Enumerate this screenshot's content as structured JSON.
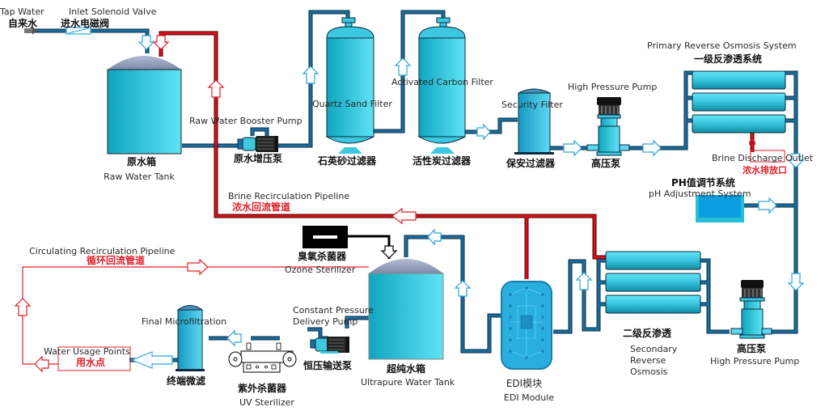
{
  "title": "Water Treatment Process Flow",
  "colors": {
    "water_pipe": "#1a6fa0",
    "water_pipe_edge": "#0b2a3c",
    "brine_pipe": "#e0101a",
    "arrow_water": "#2aa3dc",
    "arrow_brine": "#e0202a",
    "tank_fill_light": "#5fe3f5",
    "tank_fill_dark": "#0fa6bf",
    "dome": "#9aa4c0",
    "label_red": "#e0202a"
  },
  "labels": {
    "tap_water_en": "Tap Water",
    "tap_water_cn": "自来水",
    "inlet_valve_en": "Inlet Solenoid Valve",
    "inlet_valve_cn": "进水电磁阀",
    "raw_tank_cn": "原水箱",
    "raw_tank_en": "Raw Water Tank",
    "booster_pump_en": "Raw Water Booster Pump",
    "booster_pump_cn": "原水增压泵",
    "quartz_en": "Quartz Sand Filter",
    "quartz_cn": "石英砂过滤器",
    "carbon_en": "Activated Carbon Filter",
    "carbon_cn": "活性炭过滤器",
    "security_en": "Security Filter",
    "security_cn": "保安过滤器",
    "hp_pump1_en": "High Pressure Pump",
    "hp_pump1_cn": "高压泵",
    "primary_ro_en": "Primary Reverse Osmosis System",
    "primary_ro_cn": "一级反渗透系统",
    "brine_outlet_en": "Brine Discharge Outlet",
    "brine_outlet_cn": "浓水排放口",
    "ph_cn": "PH值调节系统",
    "ph_en": "pH Adjustment System",
    "brine_recirc_en": "Brine Recirculation Pipeline",
    "brine_recirc_cn": "浓水回流管道",
    "ozone_cn": "臭氧杀菌器",
    "ozone_en": "Ozone Sterilizer",
    "circ_recirc_en": "Circulating Recirculation Pipeline",
    "circ_recirc_cn": "循环回流管道",
    "final_mf_en": "Final Microfiltration",
    "final_mf_cn": "终端微滤",
    "usage_en": "Water Usage Points",
    "usage_cn": "用水点",
    "uv_cn": "紫外杀菌器",
    "uv_en": "UV Sterilizer",
    "cp_pump_en_1": "Constant Pressure",
    "cp_pump_en_2": "Delivery Pump",
    "cp_pump_cn": "恒压输送泵",
    "upw_tank_cn": "超纯水箱",
    "upw_tank_en": "Ultrapure Water Tank",
    "edi_cn": "EDI模块",
    "edi_en": "EDI Module",
    "secondary_ro_cn": "二级反渗透",
    "secondary_ro_en_1": "Secondary",
    "secondary_ro_en_2": "Reverse",
    "secondary_ro_en_3": "Osmosis",
    "hp_pump2_cn": "高压泵",
    "hp_pump2_en": "High Pressure Pump"
  }
}
